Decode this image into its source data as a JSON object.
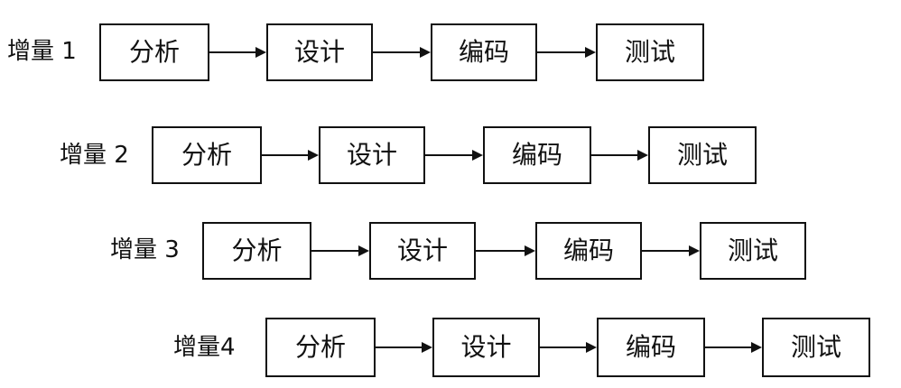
{
  "diagram": {
    "rows": [
      {
        "label": "增量 1",
        "steps": [
          "分析",
          "设计",
          "编码",
          "测试"
        ]
      },
      {
        "label": "增量 2",
        "steps": [
          "分析",
          "设计",
          "编码",
          "测试"
        ]
      },
      {
        "label": "增量 3",
        "steps": [
          "分析",
          "设计",
          "编码",
          "测试"
        ]
      },
      {
        "label": "增量4",
        "steps": [
          "分析",
          "设计",
          "编码",
          "测试"
        ]
      }
    ]
  }
}
